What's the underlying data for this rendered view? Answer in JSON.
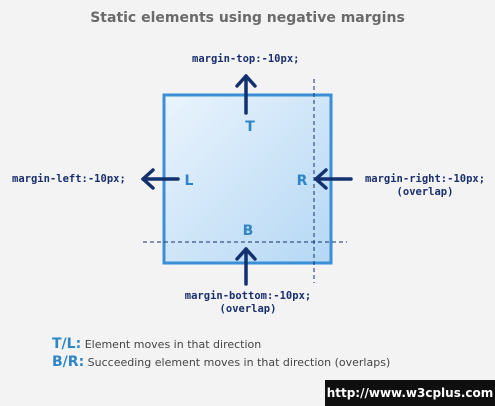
{
  "title": "Static elements using negative margins",
  "box_letters": {
    "top": "T",
    "left": "L",
    "right": "R",
    "bottom": "B"
  },
  "labels": {
    "top": "margin-top:-10px;",
    "left": "margin-left:-10px;",
    "right_line1": "margin-right:-10px;",
    "right_line2": "(overlap)",
    "bottom_line1": "margin-bottom:-10px;",
    "bottom_line2": "(overlap)"
  },
  "legend": [
    {
      "key": "T/L:",
      "text": "Element moves in that direction"
    },
    {
      "key": "B/R:",
      "text": "Succeeding element moves in that direction (overlaps)"
    }
  ],
  "watermark": "http://www.w3cplus.com",
  "colors": {
    "box_border": "#3a8fd6",
    "box_fill_light": "#eaf4fd",
    "box_fill_dark": "#b4d7f4",
    "arrow": "#13306f",
    "letter": "#2f86c6",
    "key": "#2f86c6"
  }
}
